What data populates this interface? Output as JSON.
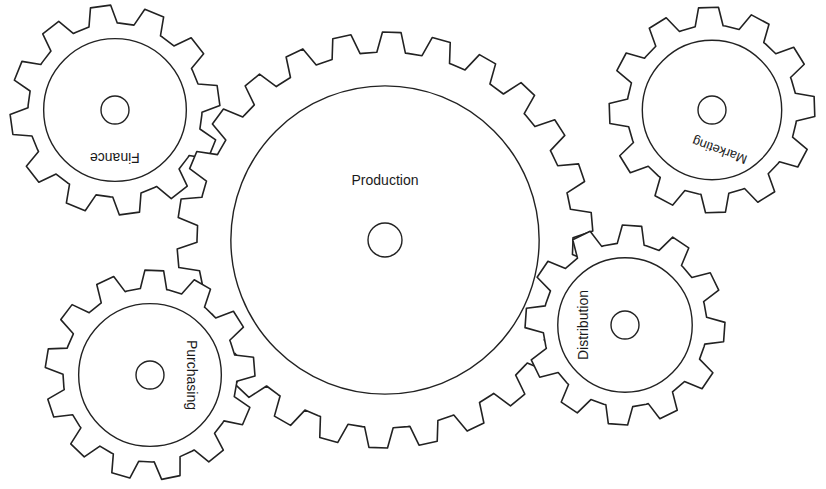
{
  "diagram": {
    "nodes": [
      {
        "text": [
          "Finance"
        ]
      },
      {
        "text": [
          "Production"
        ]
      },
      {
        "text": [
          "Marketing"
        ]
      },
      {
        "text": [
          "Purchasing"
        ]
      },
      {
        "text": [
          "Distribution"
        ]
      }
    ]
  }
}
